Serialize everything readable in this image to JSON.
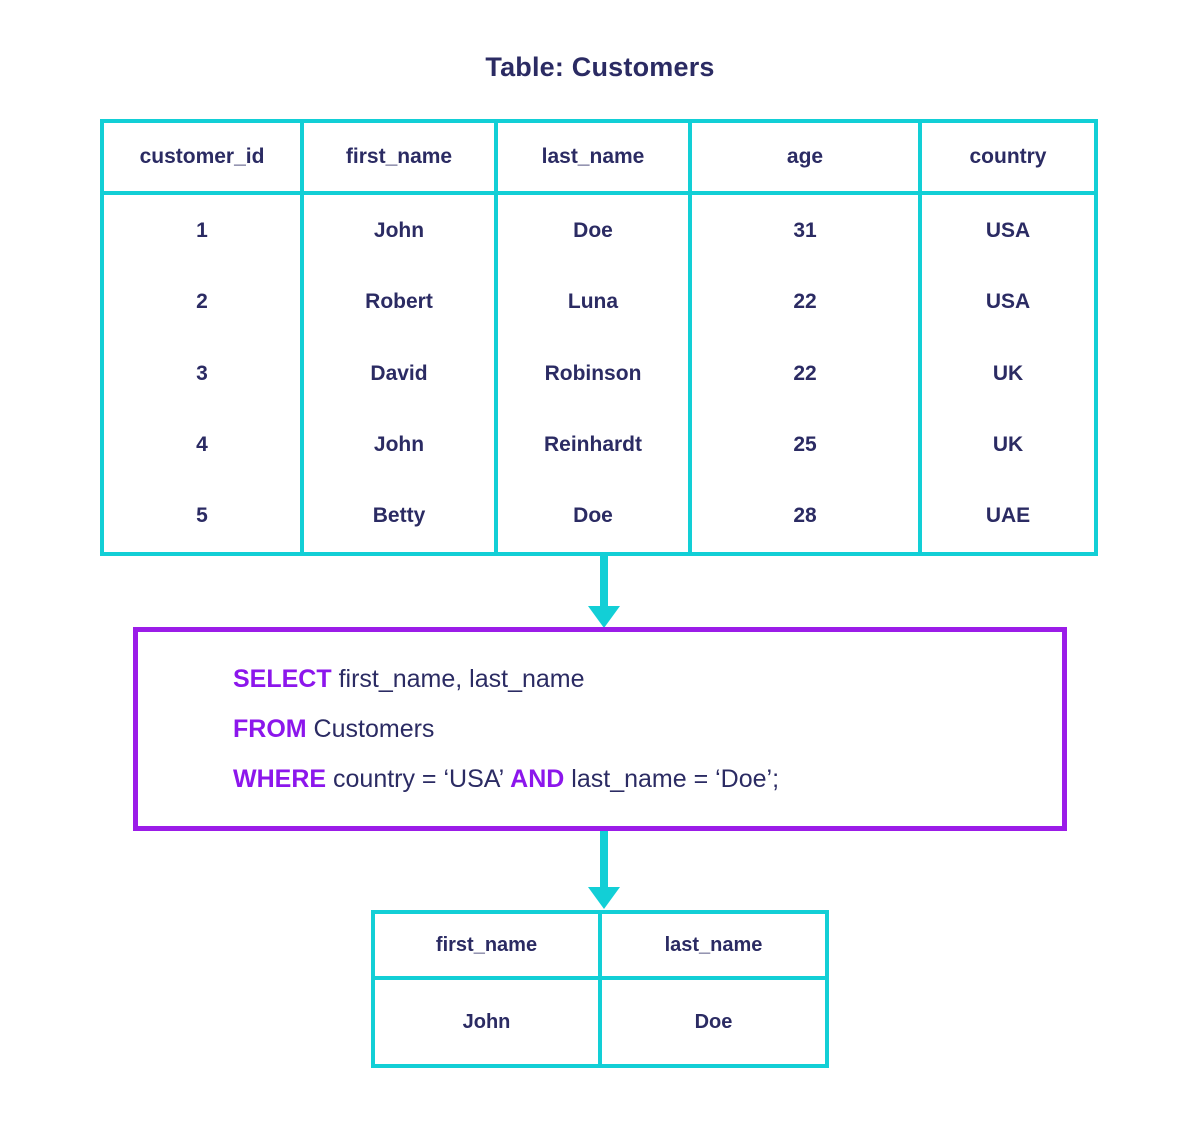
{
  "title": "Table: Customers",
  "colors": {
    "table_border": "#12cfd6",
    "query_border": "#9b1ce8",
    "keyword": "#8c16ec",
    "text": "#2b2b63"
  },
  "source_table": {
    "name": "Customers",
    "columns": [
      "customer_id",
      "first_name",
      "last_name",
      "age",
      "country"
    ],
    "rows": [
      [
        "1",
        "John",
        "Doe",
        "31",
        "USA"
      ],
      [
        "2",
        "Robert",
        "Luna",
        "22",
        "USA"
      ],
      [
        "3",
        "David",
        "Robinson",
        "22",
        "UK"
      ],
      [
        "4",
        "John",
        "Reinhardt",
        "25",
        "UK"
      ],
      [
        "5",
        "Betty",
        "Doe",
        "28",
        "UAE"
      ]
    ]
  },
  "query": {
    "line1": {
      "keyword": "SELECT",
      "rest": " first_name, last_name"
    },
    "line2": {
      "keyword": "FROM",
      "rest": " Customers"
    },
    "line3": {
      "keyword": "WHERE",
      "part1": " country = ‘USA’ ",
      "keyword2": "AND",
      "part2": " last_name = ‘Doe’;"
    },
    "full_text": "SELECT first_name, last_name FROM Customers WHERE country = ‘USA’ AND last_name = ‘Doe’;"
  },
  "result_table": {
    "columns": [
      "first_name",
      "last_name"
    ],
    "rows": [
      [
        "John",
        "Doe"
      ]
    ]
  },
  "arrows": {
    "arrow1_name": "arrow-table-to-query",
    "arrow2_name": "arrow-query-to-result"
  }
}
